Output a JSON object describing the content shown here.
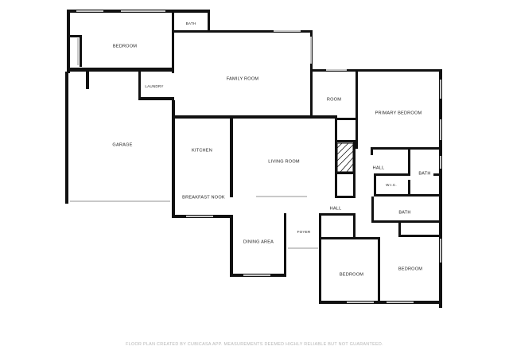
{
  "rooms": {
    "bedroom_nw": "BEDROOM",
    "bath_top": "BATH",
    "laundry": "LAUNDRY",
    "family_room": "FAMILY ROOM",
    "room": "ROOM",
    "primary_bedroom": "PRIMARY BEDROOM",
    "garage": "GARAGE",
    "kitchen": "KITCHEN",
    "living_room": "LIVING ROOM",
    "hall_east": "HALL",
    "bath_primary": "BATH",
    "wic": "W.I.C.",
    "breakfast_nook": "BREAKFAST NOOK",
    "hall_center": "HALL",
    "bath_middle": "BATH",
    "foyer": "FOYER",
    "dining_area": "DINING AREA",
    "bedroom_sw": "BEDROOM",
    "bedroom_se": "BEDROOM"
  },
  "footer": "FLOOR PLAN CREATED BY CUBICASA APP. MEASUREMENTS DEEMED HIGHLY RELIABLE BUT NOT GUARANTEED.",
  "colors": {
    "wall": "#111111",
    "window": "#c9c9c9",
    "text": "#222222",
    "footer": "#b5b5b5"
  }
}
